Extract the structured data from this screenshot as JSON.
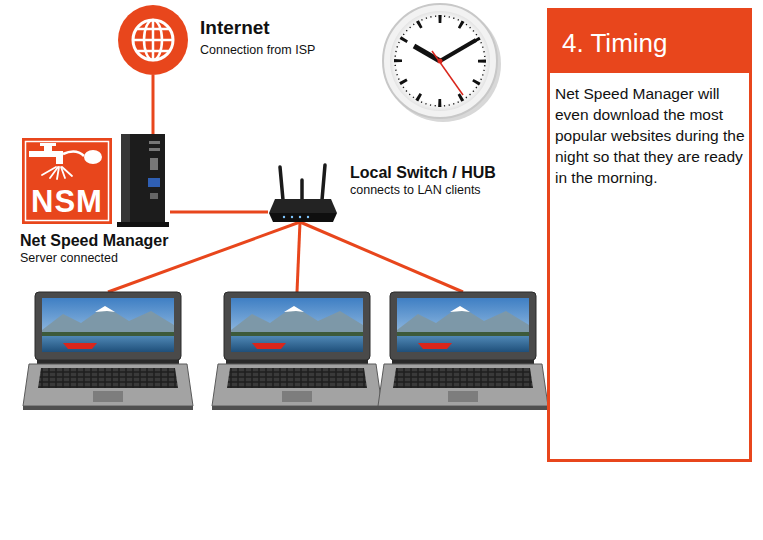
{
  "diagram": {
    "nodes": [
      {
        "text": [
          "Internet",
          "Connection from ISP"
        ]
      },
      {
        "text": [
          "NSM",
          "Net Speed Manager",
          "Server connected"
        ]
      },
      {
        "text": [
          "Local Switch / HUB",
          "connects to LAN clients"
        ]
      },
      {
        "text": [
          "4. Timing",
          "Net Speed Manager will even download the most popular websites during the night so that they are ready in the morning."
        ]
      }
    ],
    "edges": [
      {
        "from": 0,
        "to": 1,
        "arrow": "none"
      },
      {
        "from": 1,
        "to": 2,
        "arrow": "none"
      }
    ]
  }
}
